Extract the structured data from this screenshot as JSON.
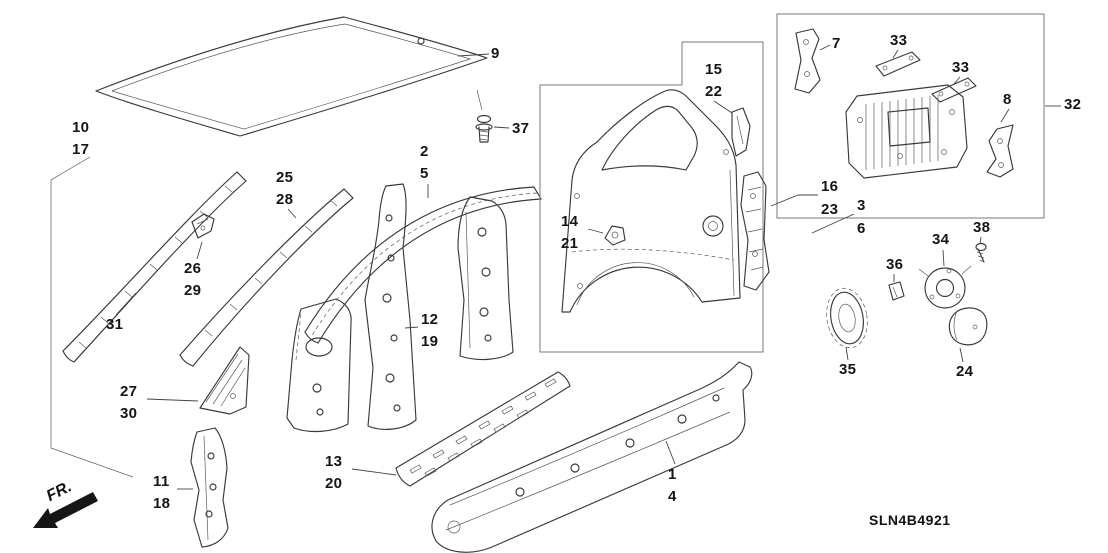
{
  "diagram": {
    "code": "SLN4B4921",
    "direction": "FR.",
    "icons": {
      "direction_arrow": "thick-arrow-front-lower-left"
    },
    "colors": {
      "line": "#3a3a3a",
      "label": "#151515",
      "background": "#ffffff"
    },
    "callouts": {
      "1": "1",
      "2": "2",
      "3": "3",
      "4": "4",
      "5": "5",
      "6": "6",
      "7": "7",
      "8": "8",
      "9": "9",
      "10": "10",
      "11": "11",
      "12": "12",
      "13": "13",
      "14": "14",
      "15": "15",
      "16": "16",
      "17": "17",
      "18": "18",
      "19": "19",
      "20": "20",
      "21": "21",
      "22": "22",
      "23": "23",
      "24": "24",
      "25": "25",
      "26": "26",
      "27": "27",
      "28": "28",
      "29": "29",
      "30": "30",
      "31": "31",
      "32": "32",
      "33": "33",
      "34": "34",
      "35": "35",
      "36": "36",
      "37": "37",
      "38": "38"
    }
  }
}
